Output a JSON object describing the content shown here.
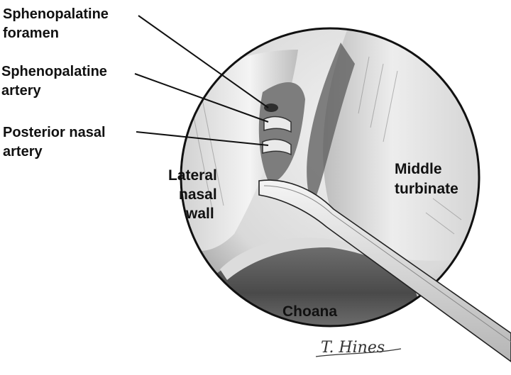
{
  "labels": {
    "sphenopalatine_foramen": [
      "Sphenopalatine",
      "foramen"
    ],
    "sphenopalatine_artery": [
      "Sphenopalatine",
      "artery"
    ],
    "posterior_nasal_artery": [
      "Posterior nasal",
      "artery"
    ],
    "lateral_nasal_wall": [
      "Lateral",
      "nasal",
      "wall"
    ],
    "middle_turbinate": [
      "Middle",
      "turbinate"
    ],
    "choana": "Choana"
  },
  "signature": "T. Hines",
  "colors": {
    "ink": "#111111",
    "tissue_light": "#ececec",
    "tissue_mid": "#a9a9a9",
    "tissue_dark": "#4a4a4a",
    "background": "#ffffff"
  }
}
